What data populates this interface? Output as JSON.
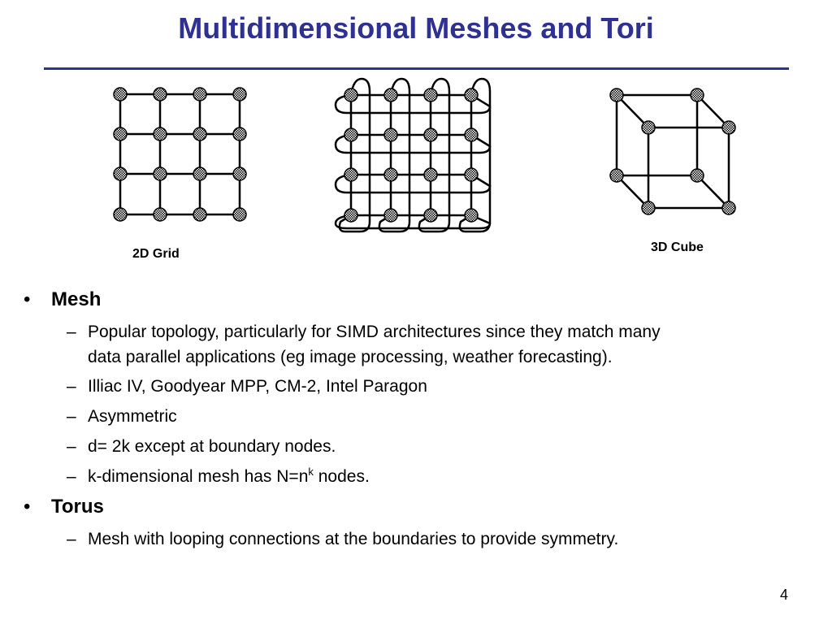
{
  "slide": {
    "title": "Multidimensional Meshes and Tori",
    "page_number": "4"
  },
  "figures": {
    "grid_caption": "2D Grid",
    "cube_caption": "3D Cube"
  },
  "bullets": {
    "mesh": {
      "heading": "Mesh",
      "items": [
        "Popular topology, particularly for SIMD architectures since they match many",
        "data parallel applications (eg image processing, weather forecasting).",
        "Illiac IV, Goodyear MPP, CM-2, Intel Paragon",
        "Asymmetric",
        "d= 2k except at boundary nodes.",
        "k-dimensional mesh has N=n",
        "k",
        " nodes."
      ]
    },
    "torus": {
      "heading": "Torus",
      "items": [
        "Mesh with looping connections at the boundaries to provide symmetry."
      ]
    }
  },
  "markers": {
    "bullet": "•",
    "dash": "–"
  }
}
